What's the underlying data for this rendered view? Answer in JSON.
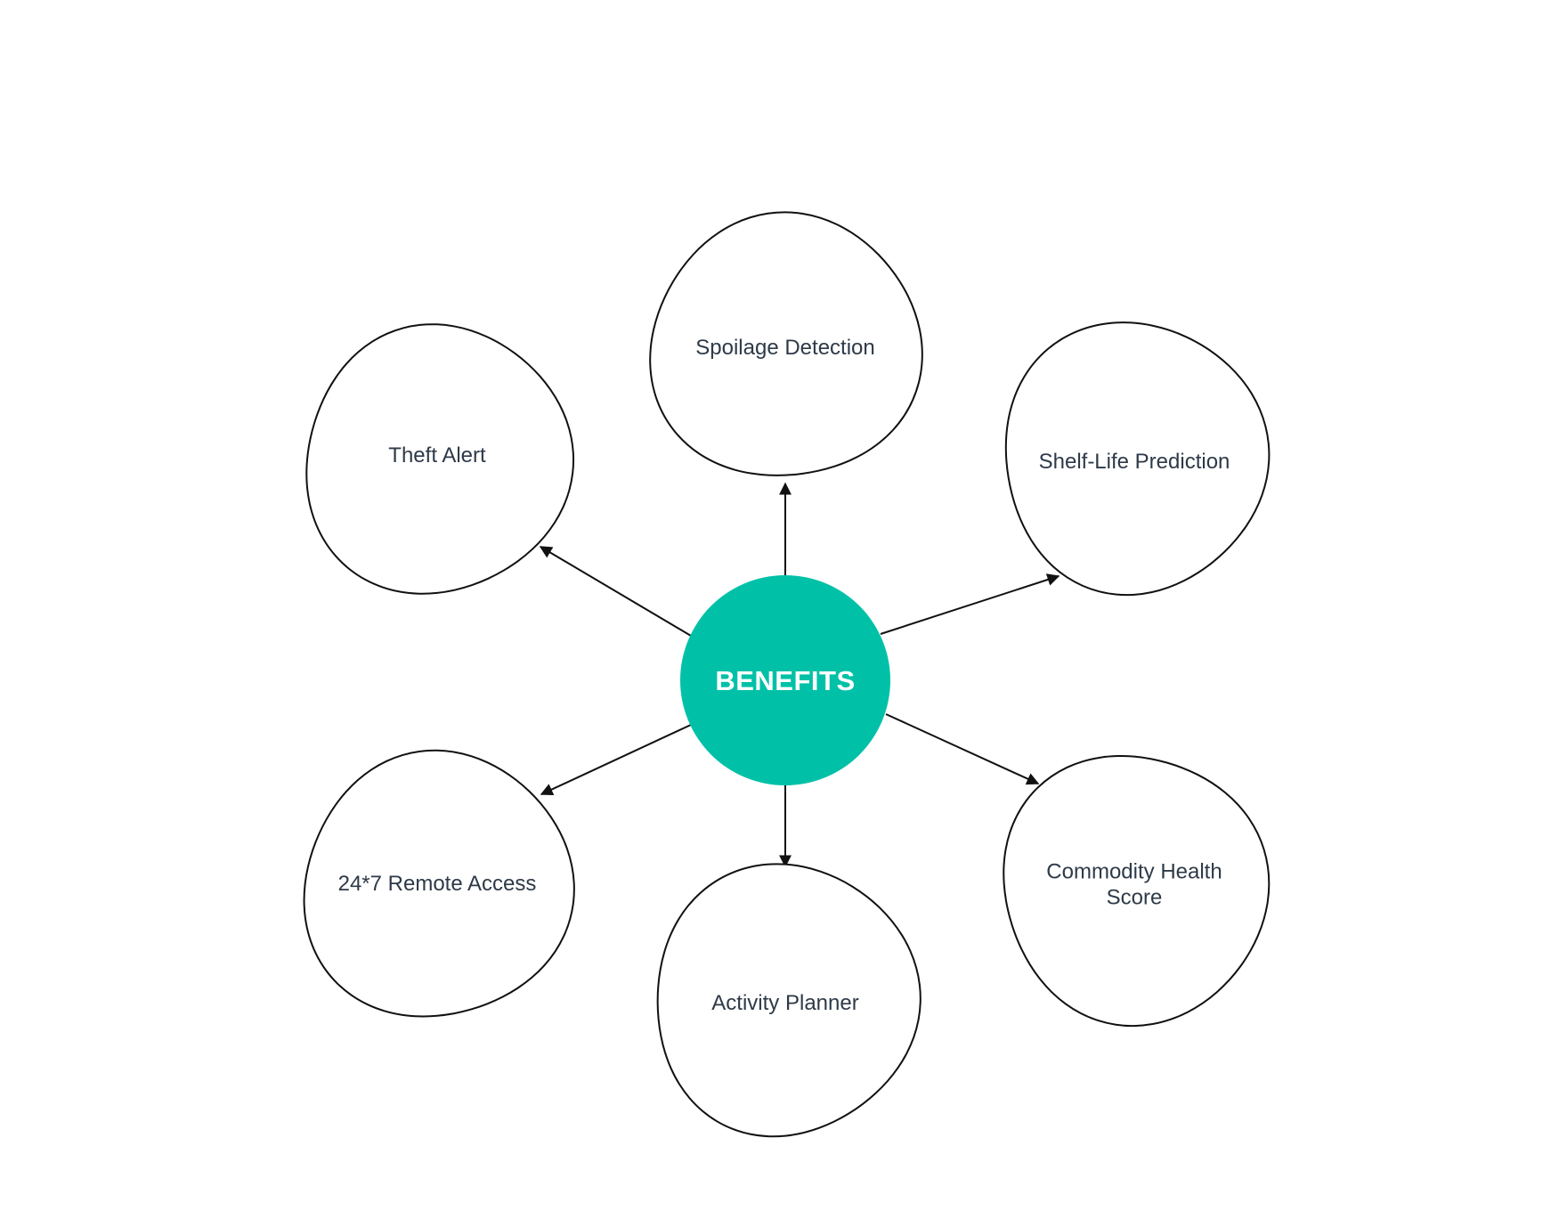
{
  "hub": {
    "label": "BENEFITS",
    "color": "#00c1a7"
  },
  "nodes": [
    {
      "id": "spoilage-detection",
      "lines": [
        "Spoilage Detection"
      ]
    },
    {
      "id": "theft-alert",
      "lines": [
        "Theft Alert"
      ]
    },
    {
      "id": "shelf-life-prediction",
      "lines": [
        "Shelf-Life Prediction"
      ]
    },
    {
      "id": "remote-access",
      "lines": [
        "24*7 Remote Access"
      ]
    },
    {
      "id": "activity-planner",
      "lines": [
        "Activity Planner"
      ]
    },
    {
      "id": "commodity-health-score",
      "lines": [
        "Commodity Health",
        "Score"
      ]
    }
  ],
  "edges": [
    {
      "from": "hub",
      "to": "spoilage-detection"
    },
    {
      "from": "hub",
      "to": "theft-alert"
    },
    {
      "from": "hub",
      "to": "shelf-life-prediction"
    },
    {
      "from": "hub",
      "to": "remote-access"
    },
    {
      "from": "hub",
      "to": "activity-planner"
    },
    {
      "from": "hub",
      "to": "commodity-health-score"
    }
  ]
}
